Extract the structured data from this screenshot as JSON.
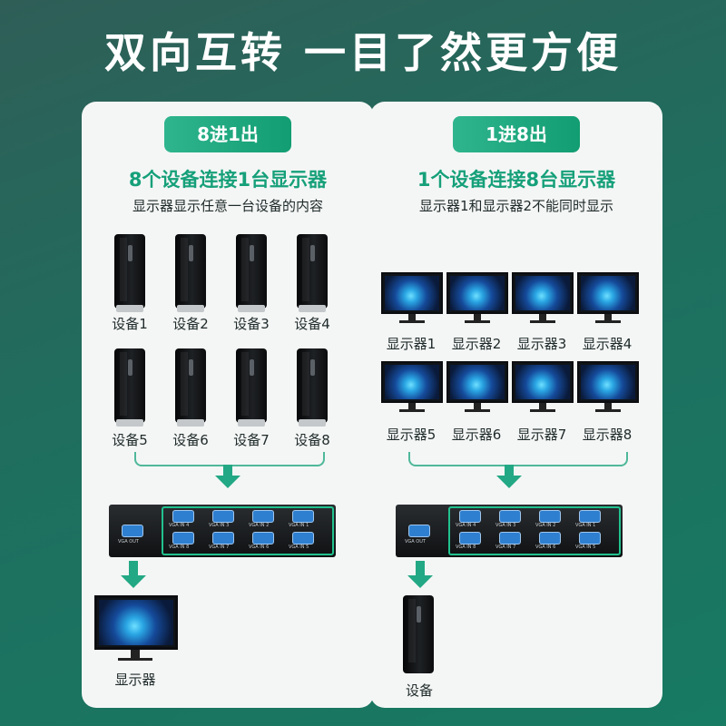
{
  "title": "双向互转 一目了然更方便",
  "left": {
    "pill": "8进1出",
    "heading": "8个设备连接1台显示器",
    "sub": "显示器显示任意一台设备的内容",
    "devices": [
      "设备1",
      "设备2",
      "设备3",
      "设备4",
      "设备5",
      "设备6",
      "设备7",
      "设备8"
    ],
    "output_label": "显示器",
    "switch": {
      "out_label": "VGA OUT",
      "top_ports": [
        "VGA IN 4",
        "VGA IN 3",
        "VGA IN 2",
        "VGA IN 1"
      ],
      "bottom_ports": [
        "VGA IN 8",
        "VGA IN 7",
        "VGA IN 6",
        "VGA IN 5"
      ]
    }
  },
  "right": {
    "pill": "1进8出",
    "heading": "1个设备连接8台显示器",
    "sub": "显示器1和显示器2不能同时显示",
    "monitors": [
      "显示器1",
      "显示器2",
      "显示器3",
      "显示器4",
      "显示器5",
      "显示器6",
      "显示器7",
      "显示器8"
    ],
    "output_label": "设备",
    "switch": {
      "out_label": "VGA OUT",
      "top_ports": [
        "VGA IN 4",
        "VGA IN 3",
        "VGA IN 2",
        "VGA IN 1"
      ],
      "bottom_ports": [
        "VGA IN 8",
        "VGA IN 7",
        "VGA IN 6",
        "VGA IN 5"
      ]
    }
  },
  "colors": {
    "accent": "#16a07a",
    "background": "#1f6e5e",
    "panel": "#f4f6f5",
    "port": "#2f7fd0"
  }
}
